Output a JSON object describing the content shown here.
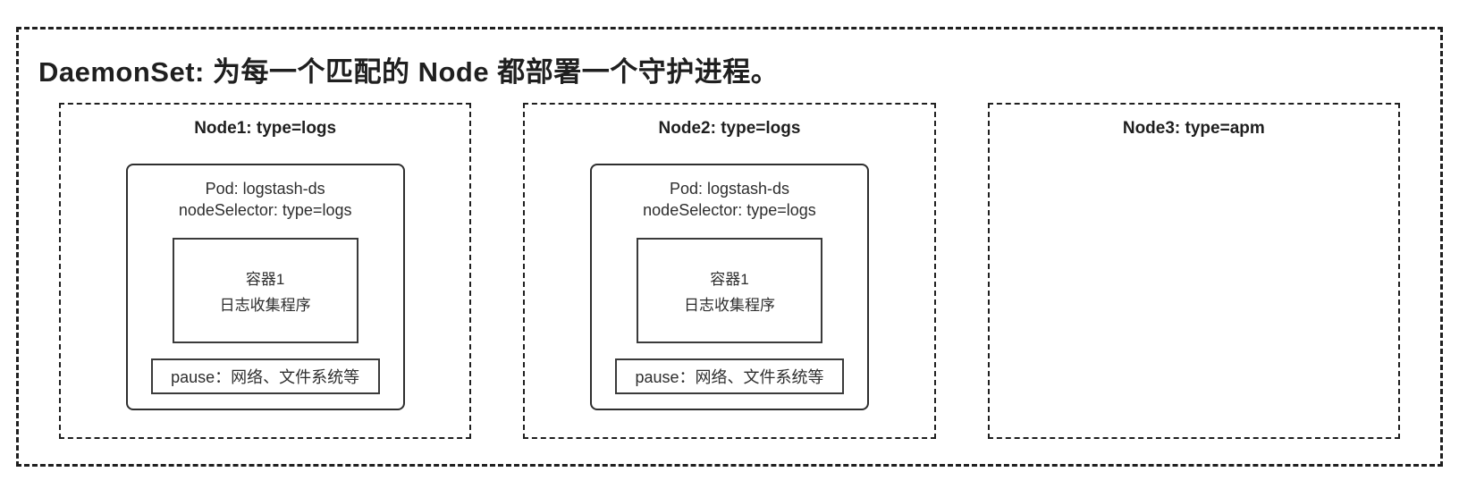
{
  "diagram": {
    "title": "DaemonSet: 为每一个匹配的 Node 都部署一个守护进程。",
    "nodes": [
      {
        "title": "Node1: type=logs",
        "pod": {
          "name_line": "Pod: logstash-ds",
          "selector_line": "nodeSelector: type=logs",
          "container": {
            "line1": "容器1",
            "line2": "日志收集程序"
          },
          "pause_label": "pause：网络、文件系统等"
        }
      },
      {
        "title": "Node2: type=logs",
        "pod": {
          "name_line": "Pod: logstash-ds",
          "selector_line": "nodeSelector: type=logs",
          "container": {
            "line1": "容器1",
            "line2": "日志收集程序"
          },
          "pause_label": "pause：网络、文件系统等"
        }
      },
      {
        "title": "Node3: type=apm"
      }
    ]
  }
}
